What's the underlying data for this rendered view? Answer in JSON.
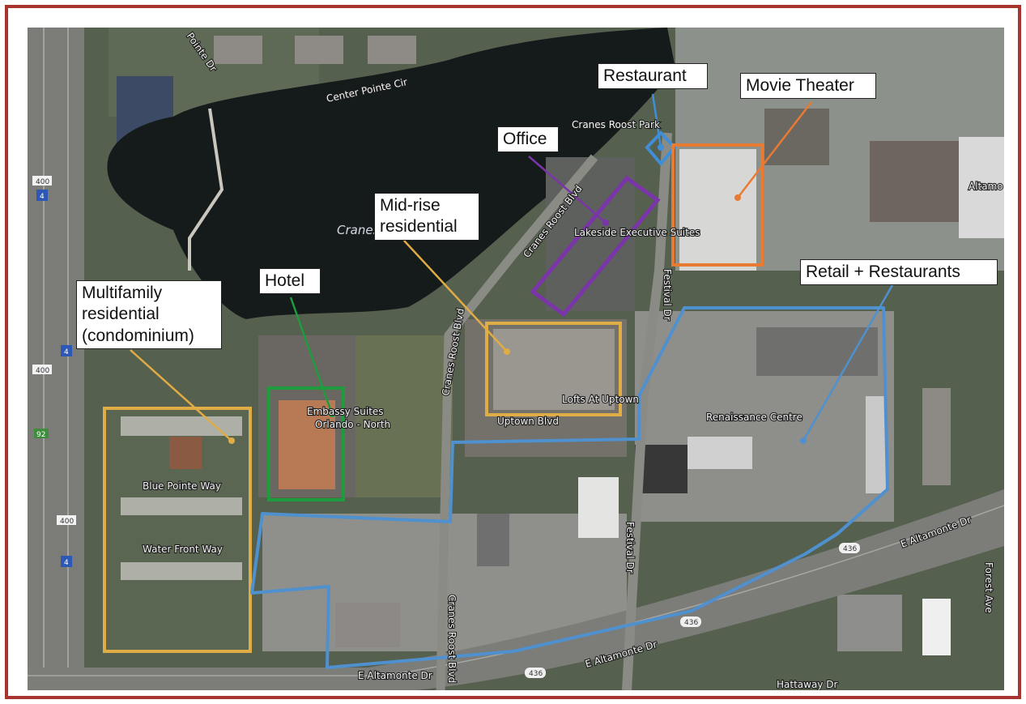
{
  "callouts": {
    "restaurant": "Restaurant",
    "movie_theater": "Movie Theater",
    "office": "Office",
    "midrise": "Mid-rise residential",
    "hotel": "Hotel",
    "multifamily": "Multifamily residential (condominium)",
    "retail": "Retail + Restaurants"
  },
  "map_labels": {
    "center_pointe_cir": "Center Pointe Cir",
    "pointe_dr": "Pointe Dr",
    "cranes_roost_park": "Cranes Roost Park",
    "cranes_lake": "Cranes",
    "cranes_roost_blvd_north": "Cranes Roost Blvd",
    "cranes_roost_blvd_mid": "Cranes Roost Blvd",
    "cranes_roost_blvd_south": "Cranes Roost Blvd",
    "lakeside_executive_suites": "Lakeside Executive Suites",
    "embassy_suites_1": "Embassy Suites",
    "embassy_suites_2": "Orlando - North",
    "lofts_at_uptown": "Lofts At Uptown",
    "uptown_blvd": "Uptown Blvd",
    "renaissance_centre": "Renaissance Centre",
    "festival_dr_north": "Festival Dr",
    "festival_dr_south": "Festival Dr",
    "blue_pointe_way": "Blue Pointe Way",
    "water_front_way": "Water Front Way",
    "e_altamonte_dr_1": "E Altamonte Dr",
    "e_altamonte_dr_2": "E Altamonte Dr",
    "e_altamonte_dr_3": "E Altamonte Dr",
    "hattaway_dr": "Hattaway Dr",
    "forest_ave": "Forest Ave",
    "altamonte": "Altamo",
    "hwy_400_a": "400",
    "hwy_400_b": "400",
    "hwy_400_c": "400",
    "hwy_4_a": "4",
    "hwy_4_b": "4",
    "hwy_4_c": "4",
    "hwy_92": "92",
    "hwy_436_a": "436",
    "hwy_436_b": "436",
    "hwy_436_c": "436"
  },
  "colors": {
    "frame": "#a8342f",
    "multifamily_outline": "#e0ac45",
    "midrise_outline": "#e0ac45",
    "hotel_outline": "#1e9b3c",
    "office_outline": "#7a35a8",
    "restaurant_outline": "#3f8ed6",
    "movie_outline": "#e87a32",
    "retail_outline": "#4f90cf"
  }
}
